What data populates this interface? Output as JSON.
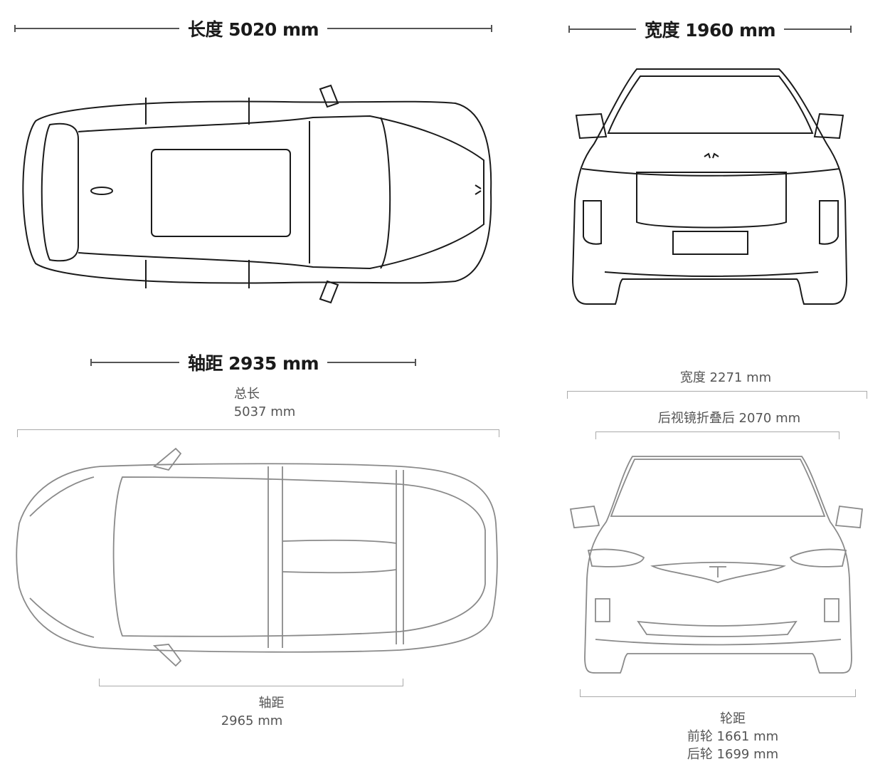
{
  "car_a": {
    "length_label": "长度 5020 mm",
    "width_label": "宽度 1960 mm",
    "wheelbase_label": "轴距 2935 mm"
  },
  "car_b": {
    "overall_length_title": "总长",
    "overall_length_value": "5037 mm",
    "wheelbase_title": "轴距",
    "wheelbase_value": "2965 mm",
    "width_label": "宽度 2271 mm",
    "width_mirrors_folded_label": "后视镜折叠后 2070 mm",
    "track_title": "轮距",
    "track_front": "前轮 1661 mm",
    "track_rear": "后轮 1699 mm"
  },
  "colors": {
    "dark_line": "#1a1a1a",
    "light_line": "#8a8a8a",
    "dim_line": "#555555"
  }
}
